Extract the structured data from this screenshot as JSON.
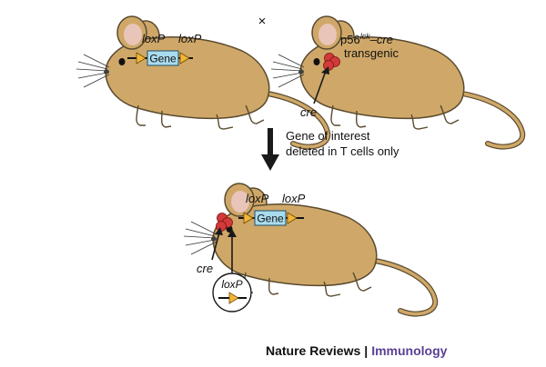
{
  "colors": {
    "mouse_body": "#cfa869",
    "mouse_outline": "#5a4a2e",
    "ear_inner": "#e9c5b9",
    "gene_box": "#a9dbee",
    "loxp_triangle": "#f4b436",
    "cre_cells": "#d23a3a",
    "arrow": "#1a1a1a",
    "brand": "#1a1a1a",
    "brand_section": "#5b3f93"
  },
  "top_left_mouse": {
    "loxp_left": "loxP",
    "loxp_right": "loxP",
    "gene_label": "Gene"
  },
  "cross_symbol": "×",
  "top_right_mouse": {
    "transgene_prefix": "p56",
    "transgene_sup": "lck",
    "transgene_suffix": "–cre",
    "transgene_line2": "transgenic",
    "cre_label": "cre"
  },
  "step": {
    "line1": "Gene of interest",
    "line2": "deleted in T cells only"
  },
  "bottom_mouse": {
    "loxp_left": "loxP",
    "loxp_right": "loxP",
    "gene_label": "Gene",
    "cre_label": "cre",
    "inset_loxp": "loxP"
  },
  "footer": {
    "journal": "Nature Reviews",
    "separator": "|",
    "section": "Immunology"
  }
}
